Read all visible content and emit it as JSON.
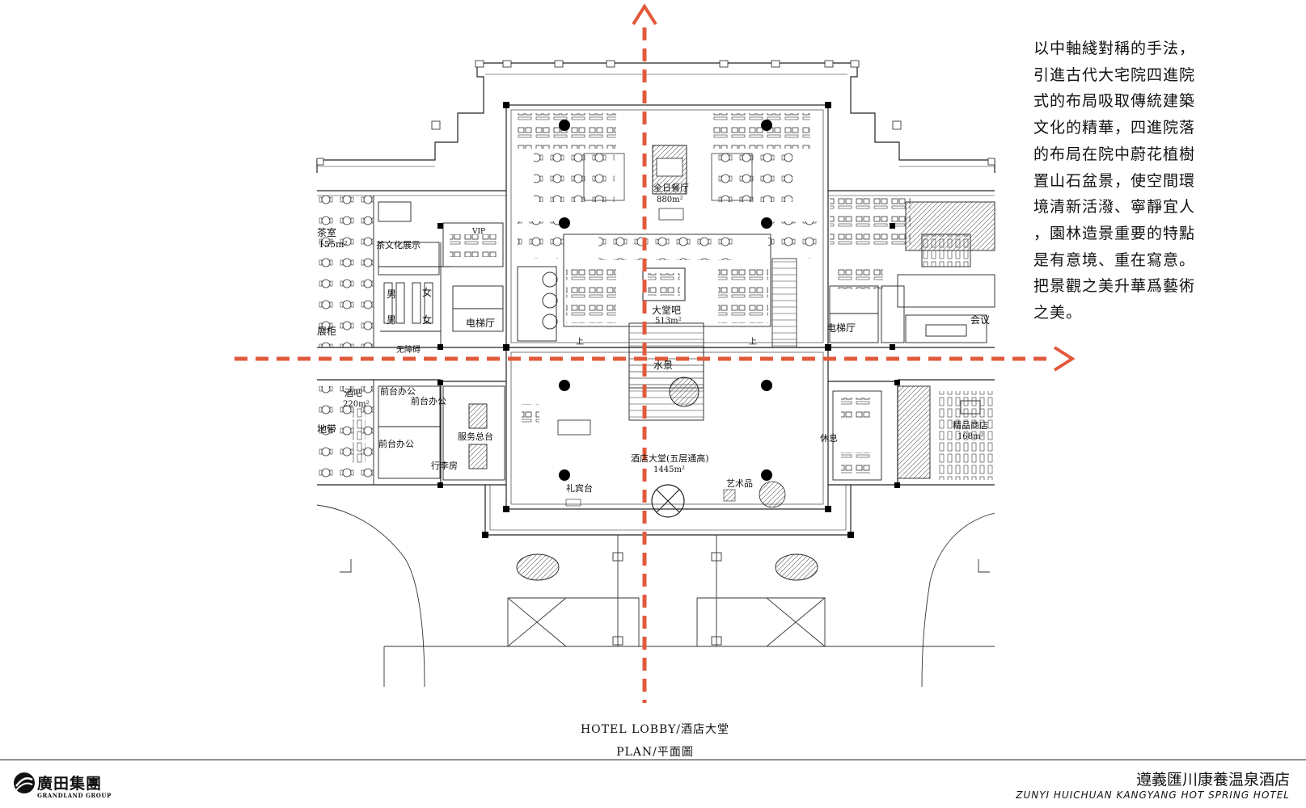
{
  "description_lines": [
    "以中軸綫對稱的手法，",
    "引進古代大宅院四進院",
    "式的布局吸取傳統建築",
    "文化的精華，四進院落",
    "的布局在院中蔚花植樹",
    "置山石盆景，使空間環",
    "境清新活潑、寧靜宜人",
    "，園林造景重要的特點",
    "是有意境、重在寫意。",
    "把景觀之美升華爲藝術",
    "之美。"
  ],
  "caption": {
    "line1": "HOTEL LOBBY/酒店大堂",
    "line2": "PLAN/平面圖"
  },
  "footer": {
    "logo_cn": "廣田集團",
    "logo_en": "GRANDLAND GROUP",
    "hotel_cn": "遵義匯川康養温泉酒店",
    "hotel_en": "ZUNYI HUICHUAN KANGYANG HOT SPRING HOTEL"
  },
  "rooms": {
    "tea_room": "茶室",
    "tea_room_area": "155m²",
    "tea_culture": "茶文化展示",
    "vip": "VIP",
    "male_1": "男",
    "male_2": "男",
    "female_1": "女",
    "female_2": "女",
    "accessible": "无障碍",
    "display_cabinet": "展柜",
    "elevator_left": "电梯厅",
    "elevator_right": "电梯厅",
    "restaurant_name": "全日餐厅",
    "restaurant_area": "880m²",
    "lobby_bar": "大堂吧",
    "lobby_bar_area": "513m²",
    "water_feature": "水景",
    "up_left": "上",
    "up_right": "上",
    "meeting": "会议",
    "wine_bar": "酒吧",
    "wine_bar_area": "220m²",
    "front_office_1": "前台办公",
    "front_office_2": "前台办公",
    "front_office_3": "前台办公",
    "landscape_zone": "地带",
    "service_desk": "服务总台",
    "luggage": "行李房",
    "lobby_name": "酒店大堂(五层通高)",
    "lobby_area": "1445m²",
    "concierge": "礼宾台",
    "artwork": "艺术品",
    "rest": "休息",
    "boutique": "精品商店",
    "boutique_area": "168m²"
  },
  "colors": {
    "axis": "#e25a3c",
    "line": "#222222",
    "column": "#000000"
  },
  "icons": {
    "axis_arrow": "arrow-head-icon",
    "logo": "grandland-logo-icon"
  }
}
